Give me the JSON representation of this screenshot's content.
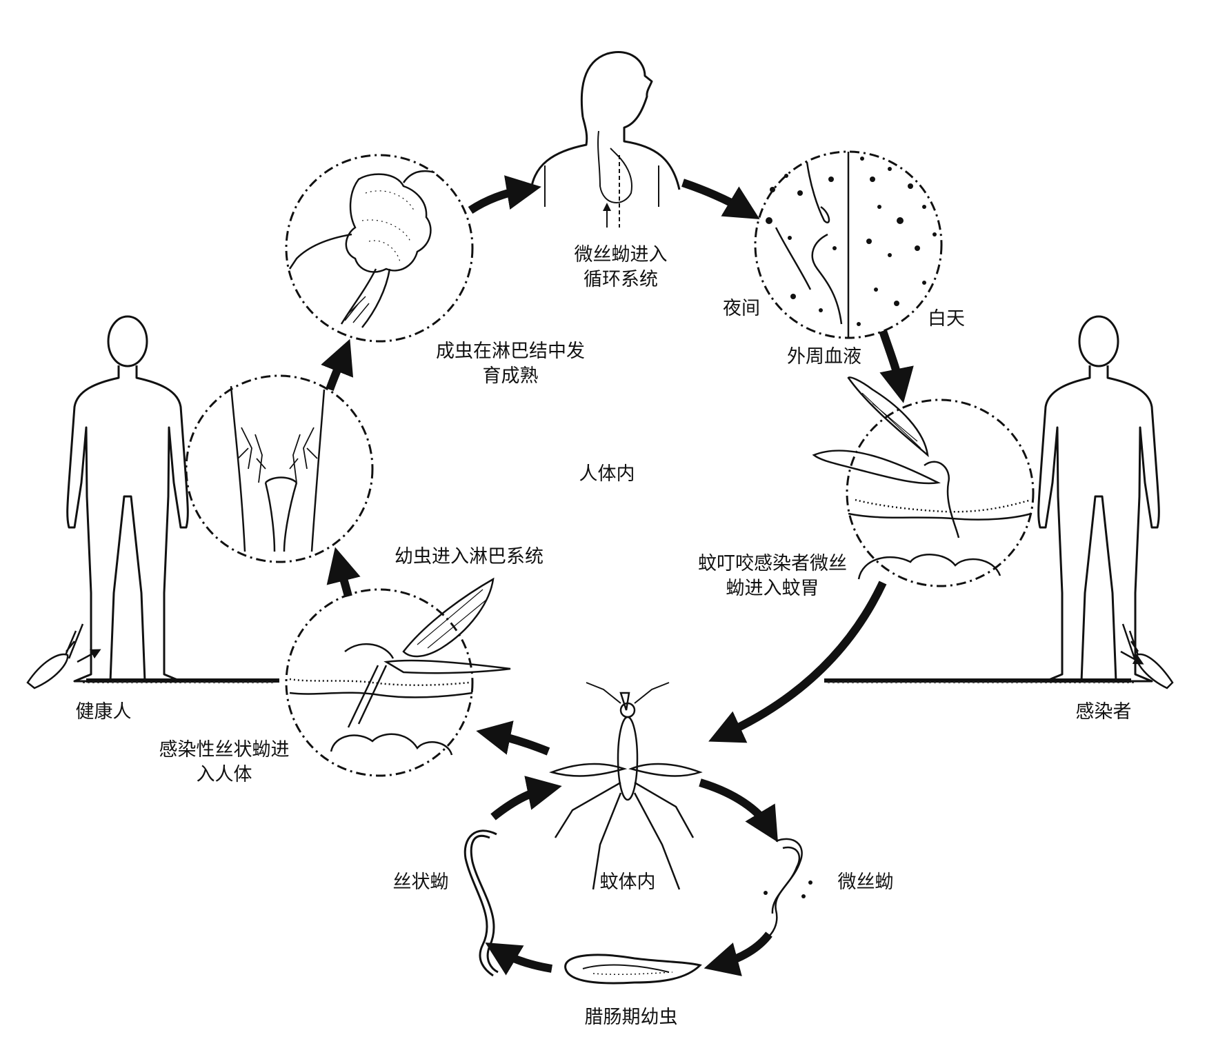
{
  "diagram": {
    "labels": {
      "microfilariae_circulation": [
        "微丝蚴进入",
        "循环系统"
      ],
      "adult_lymph_node": [
        "成虫在淋巴结中发",
        "育成熟"
      ],
      "night": "夜间",
      "day": "白天",
      "peripheral_blood": "外周血液",
      "inside_human": "人体内",
      "larvae_lymph_system": "幼虫进入淋巴系统",
      "mosquito_bite": [
        "蚊叮咬感染者微丝",
        "蚴进入蚊胃"
      ],
      "healthy_person": "健康人",
      "infected_person": "感染者",
      "infective_larvae_enter": [
        "感染性丝状蚴进",
        "入人体"
      ],
      "filariform_larva": "丝状蚴",
      "inside_mosquito": "蚊体内",
      "microfilaria": "微丝蚴",
      "sausage_larva": "腊肠期幼虫"
    }
  }
}
